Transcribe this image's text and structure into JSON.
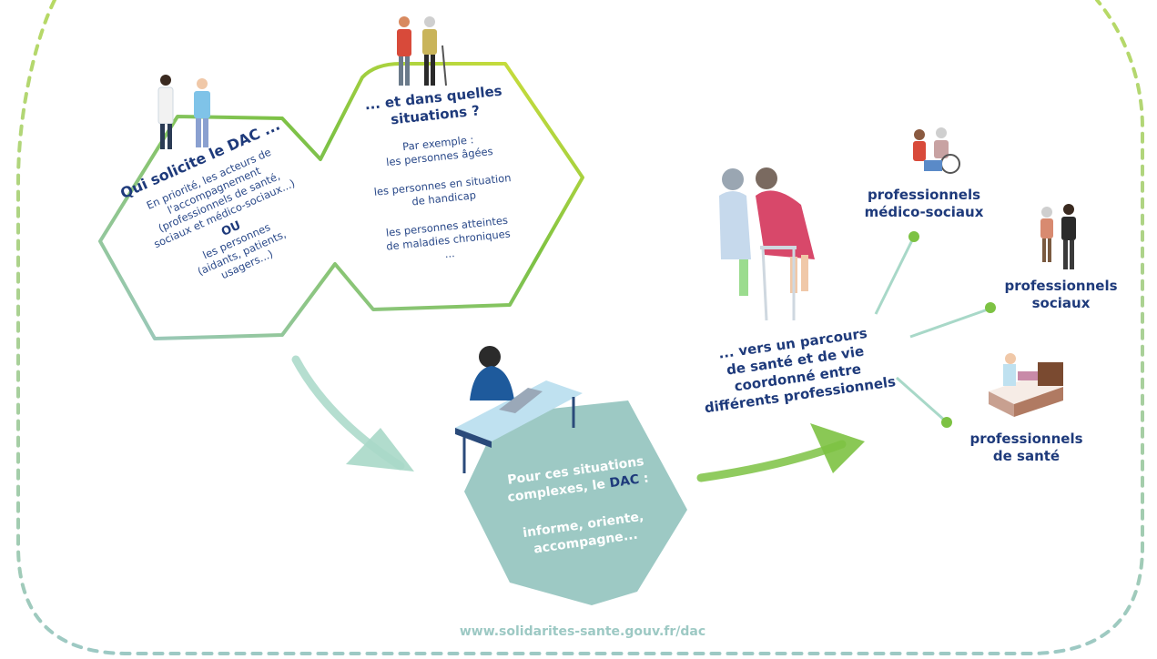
{
  "left_block": {
    "title": "Qui solicite le DAC ...",
    "line1": "En priorité, les acteurs de",
    "line2": "l'accompagnement",
    "line3": "(professionnels de santé,",
    "line4": "sociaux et médico-sociaux...)",
    "ou": "OU",
    "line5": "les personnes",
    "line6": "(aidants, patients,",
    "line7": "usagers...)"
  },
  "right_block": {
    "title1": "... et dans quelles",
    "title2": "situations ?",
    "ex1": "Par exemple :",
    "ex2": "les personnes âgées",
    "ex3": "les personnes en situation",
    "ex4": "de handicap",
    "ex5": "les personnes atteintes",
    "ex6": "de maladies chroniques",
    "ex7": "..."
  },
  "center": {
    "line1": "Pour ces situations",
    "line2a": "complexes, le ",
    "dac": "DAC",
    "line2b": " :",
    "line3": "informe, oriente,",
    "line4": "accompagne..."
  },
  "parcours": {
    "line1": "... vers un parcours",
    "line2": "de santé et de vie",
    "line3": "coordonné entre",
    "line4": "différents professionnels"
  },
  "professionals": {
    "medico_1": "professionnels",
    "medico_2": "médico-sociaux",
    "sociaux_1": "professionnels",
    "sociaux_2": "sociaux",
    "sante_1": "professionnels",
    "sante_2": "de santé"
  },
  "footer": {
    "url": "www.solidarites-sante.gouv.fr/dac"
  },
  "colors": {
    "navy": "#1e3a7b",
    "teal": "#9dc9c4",
    "green": "#7dc243",
    "dashed_border": "#a8d4c0"
  }
}
